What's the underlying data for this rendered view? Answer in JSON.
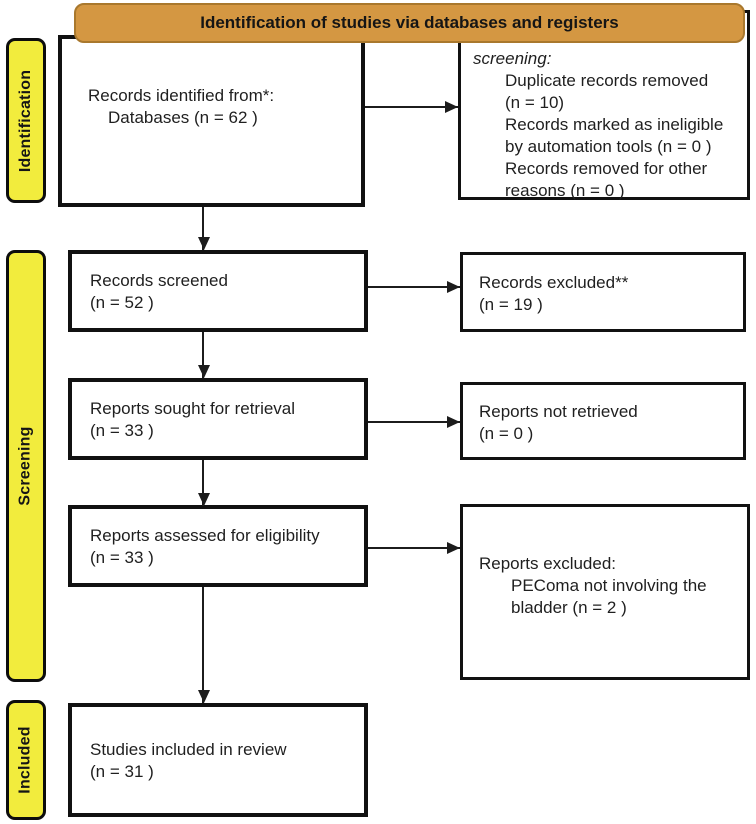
{
  "header": {
    "title": "Identification of studies via databases and registers"
  },
  "sidebar": {
    "identification": "Identification",
    "screening": "Screening",
    "included": "Included"
  },
  "boxes": {
    "records_identified": {
      "lines": [
        "Records identified from*:",
        "Databases (n = 62 )"
      ]
    },
    "records_removed": {
      "heading": "screening:",
      "lines": [
        "Duplicate records removed",
        "(n = 10)",
        "Records marked as ineligible",
        "by automation tools (n = 0 )",
        "Records removed for other",
        "reasons (n = 0 )"
      ]
    },
    "records_screened": {
      "lines": [
        "Records screened",
        "(n = 52 )"
      ]
    },
    "records_excluded": {
      "lines": [
        "Records excluded**",
        "(n = 19 )"
      ]
    },
    "reports_sought": {
      "lines": [
        "Reports sought for retrieval",
        "(n = 33 )"
      ]
    },
    "reports_not_retrieved": {
      "lines": [
        "Reports not retrieved",
        "(n = 0 )"
      ]
    },
    "reports_assessed": {
      "lines": [
        "Reports assessed for eligibility",
        "(n = 33 )"
      ]
    },
    "reports_excluded": {
      "heading": "Reports excluded:",
      "lines": [
        "PEComa not involving the",
        "bladder (n = 2 )"
      ]
    },
    "studies_included": {
      "lines": [
        "Studies included in review",
        "(n = 31 )"
      ]
    }
  },
  "colors": {
    "header_fill": "#d49742",
    "header_border": "#a9782d",
    "label_fill": "#f2ec3d",
    "line_color": "#1c1c1c",
    "box_border": "#111111",
    "text_color": "#1f1f1f"
  }
}
